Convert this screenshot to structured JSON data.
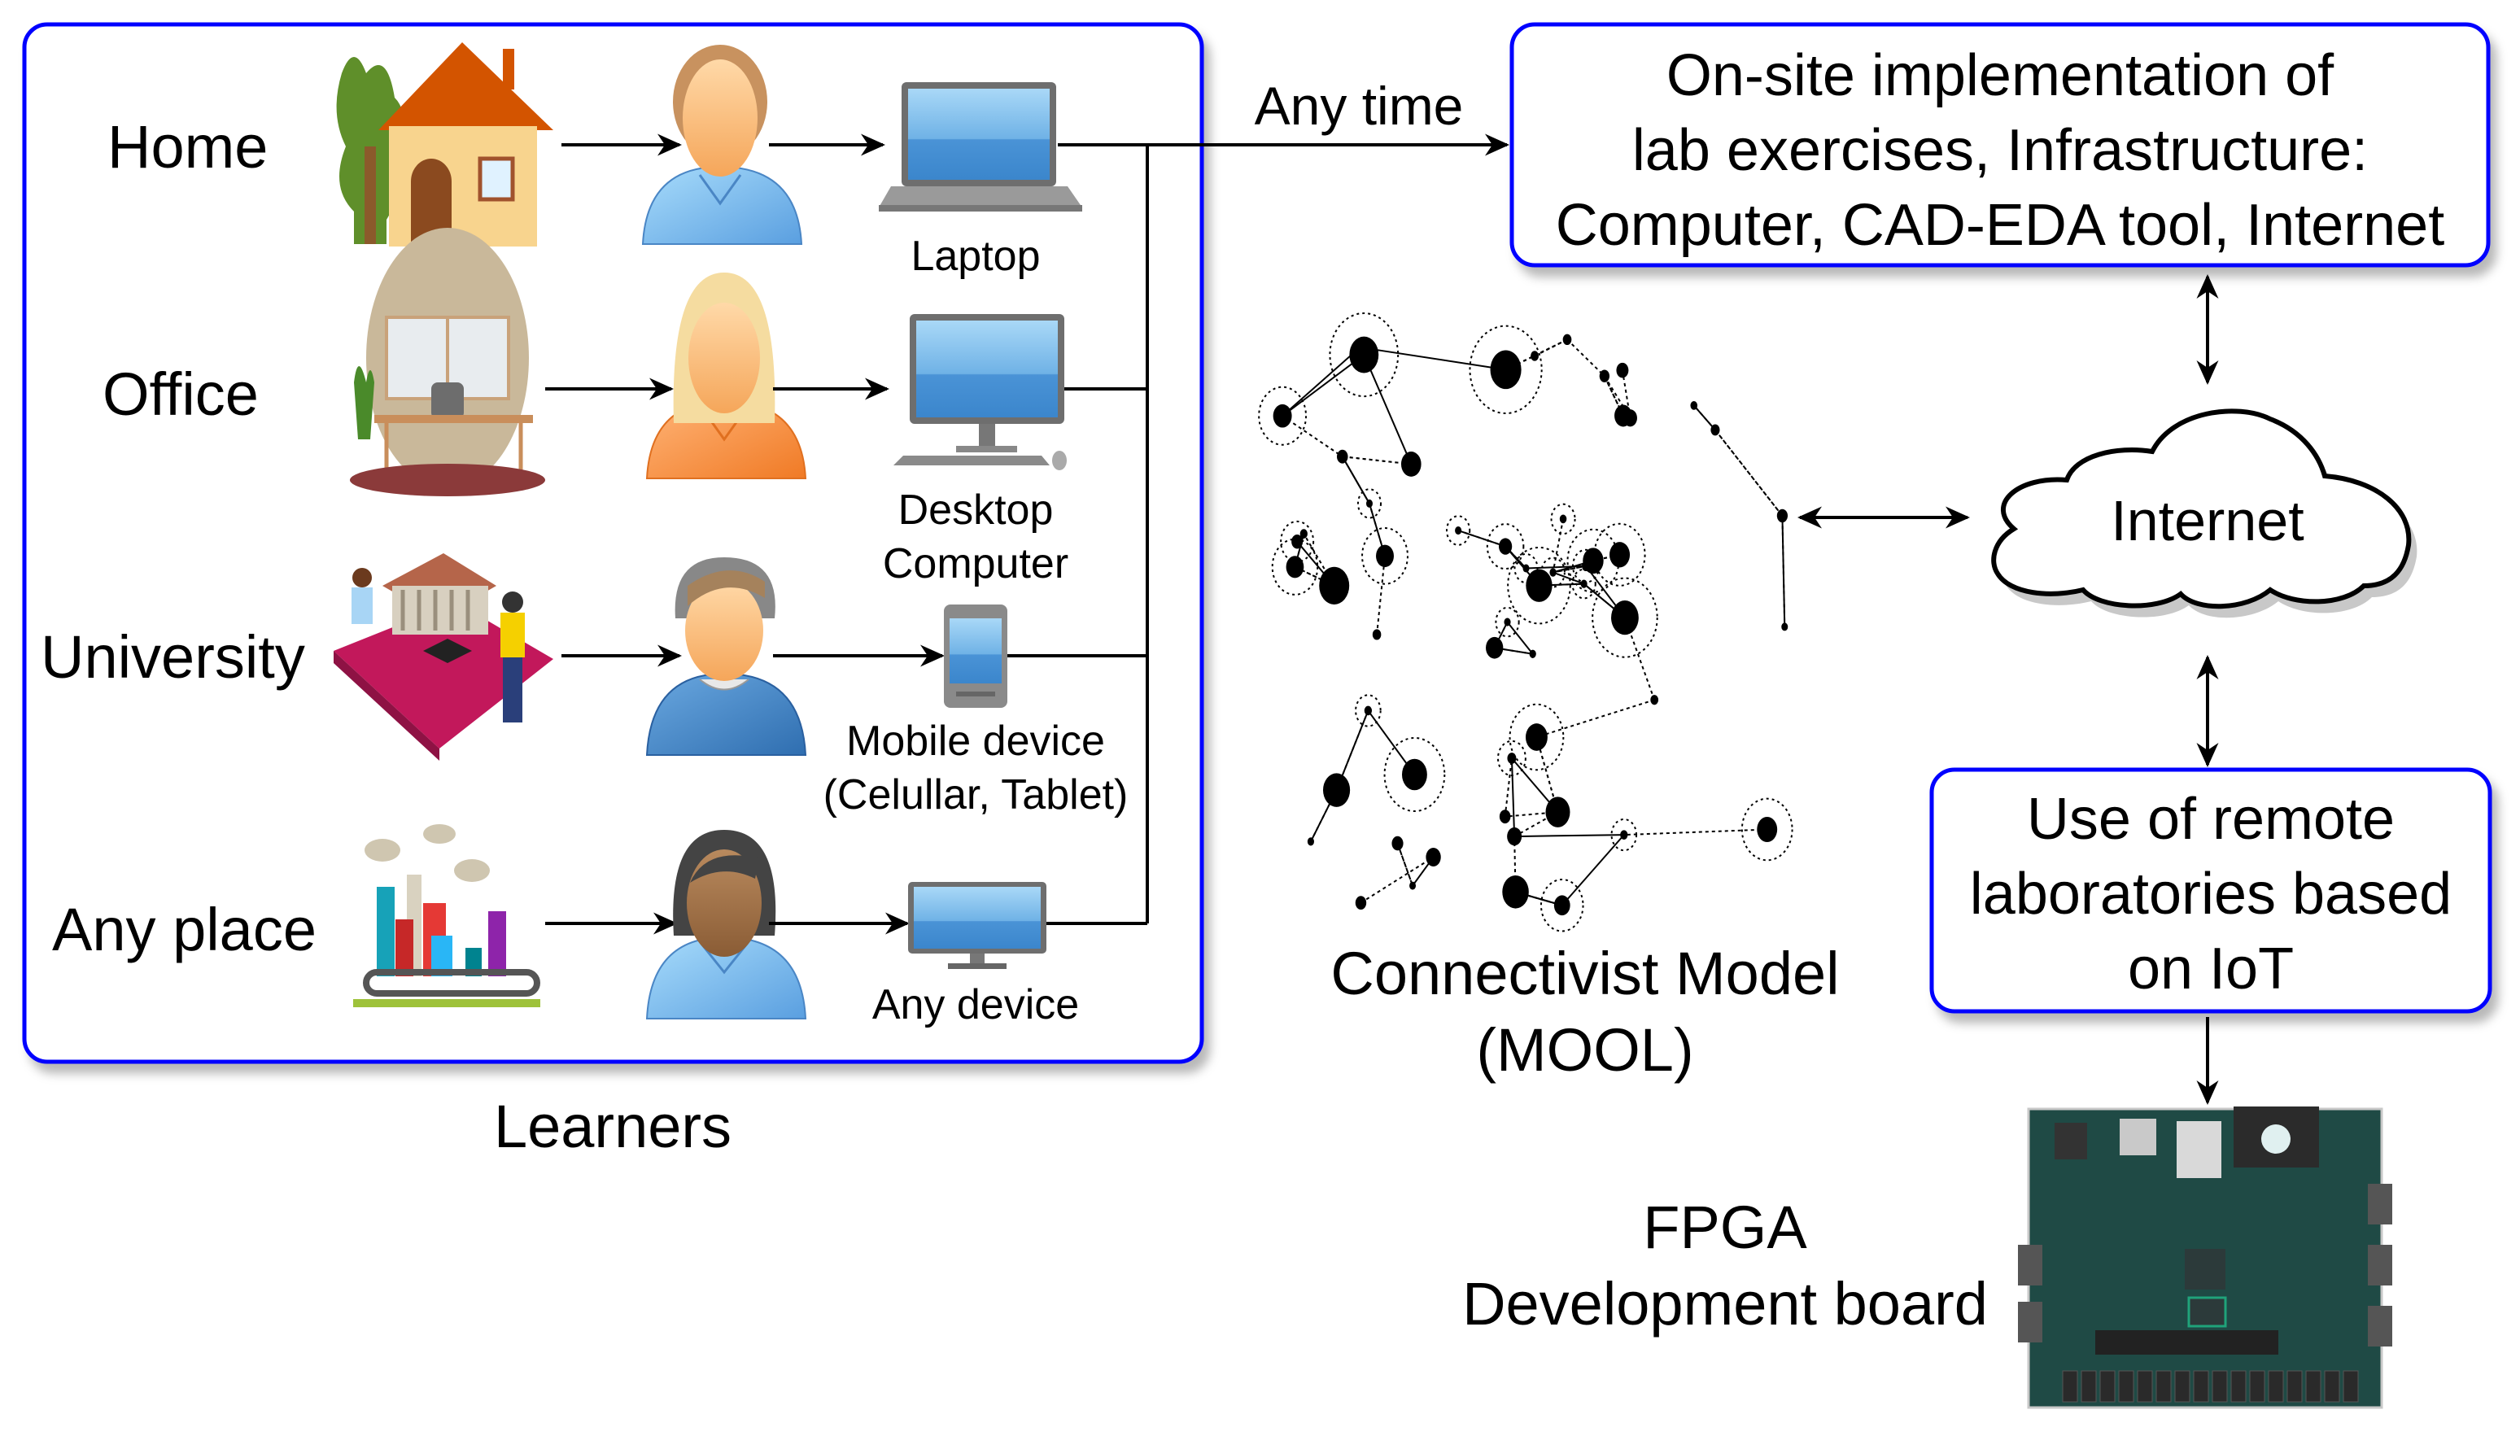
{
  "learners_panel": {
    "caption": "Learners",
    "rows": [
      {
        "place": "Home",
        "place_icon": "house-icon",
        "learner_icon": "learner-blue-shirt-icon",
        "device_icon": "laptop-icon",
        "device_label": [
          "Laptop"
        ]
      },
      {
        "place": "Office",
        "place_icon": "office-desk-icon",
        "learner_icon": "learner-orange-shirt-icon",
        "device_icon": "desktop-computer-icon",
        "device_label": [
          "Desktop",
          "Computer"
        ]
      },
      {
        "place": "University",
        "place_icon": "university-students-icon",
        "learner_icon": "learner-hoodie-icon",
        "device_icon": "mobile-device-icon",
        "device_label": [
          "Mobile device",
          "(Celullar, Tablet)"
        ]
      },
      {
        "place": "Any place",
        "place_icon": "city-icon",
        "learner_icon": "learner-dark-hair-icon",
        "device_icon": "monitor-icon",
        "device_label": [
          "Any device"
        ]
      }
    ]
  },
  "connector_label": "Any time",
  "onsite_box": {
    "lines": [
      "On-site implementation of",
      "lab exercises, Infrastructure:",
      "Computer, CAD-EDA tool, Internet"
    ]
  },
  "network": {
    "caption": [
      "Connectivist Model",
      "(MOOL)"
    ],
    "icon": "network-graph-icon"
  },
  "cloud": {
    "label": "Internet",
    "icon": "cloud-icon"
  },
  "remote_box": {
    "lines": [
      "Use of remote",
      "laboratories based",
      "on IoT"
    ]
  },
  "fpga": {
    "caption": [
      "FPGA",
      "Development board"
    ],
    "icon": "fpga-board-icon"
  },
  "colors": {
    "box_border": "#0000ff",
    "line": "#000000",
    "board": "#1f4a45"
  }
}
